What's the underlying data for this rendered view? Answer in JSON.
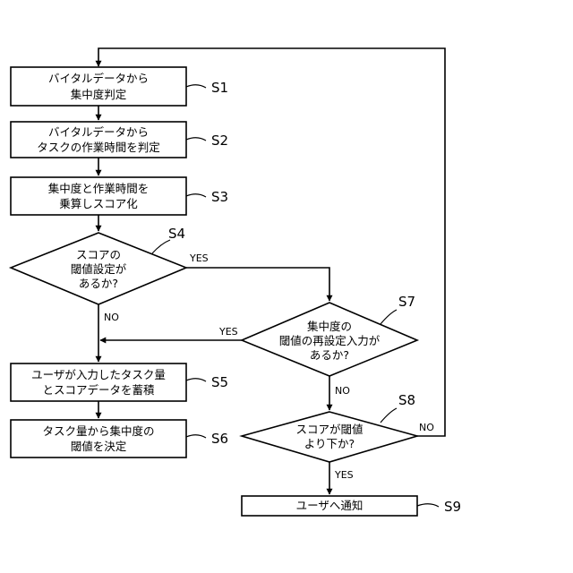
{
  "steps": {
    "s1": {
      "label": "S1",
      "lines": [
        "バイタルデータから",
        "集中度判定"
      ]
    },
    "s2": {
      "label": "S2",
      "lines": [
        "バイタルデータから",
        "タスクの作業時間を判定"
      ]
    },
    "s3": {
      "label": "S3",
      "lines": [
        "集中度と作業時間を",
        "乗算しスコア化"
      ]
    },
    "s4": {
      "label": "S4",
      "lines": [
        "スコアの",
        "閾値設定が",
        "あるか?"
      ]
    },
    "s5": {
      "label": "S5",
      "lines": [
        "ユーザが入力したタスク量",
        "とスコアデータを蓄積"
      ]
    },
    "s6": {
      "label": "S6",
      "lines": [
        "タスク量から集中度の",
        "閾値を決定"
      ]
    },
    "s7": {
      "label": "S7",
      "lines": [
        "集中度の",
        "閾値の再設定入力が",
        "あるか?"
      ]
    },
    "s8": {
      "label": "S8",
      "lines": [
        "スコアが閾値",
        "より下か?"
      ]
    },
    "s9": {
      "label": "S9",
      "lines": [
        "ユーザへ通知"
      ]
    }
  },
  "branches": {
    "s4_yes": "YES",
    "s4_no": "NO",
    "s7_yes": "YES",
    "s7_no": "NO",
    "s8_yes": "YES",
    "s8_no": "NO"
  }
}
